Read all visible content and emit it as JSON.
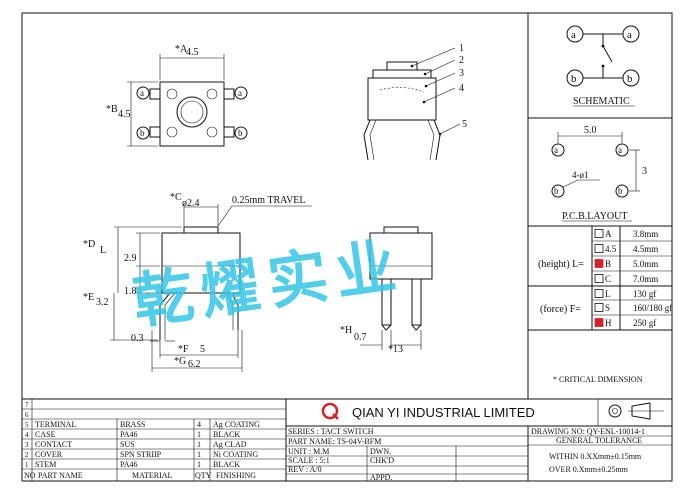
{
  "colors": {
    "ink": "#111111",
    "watermark": "#34c6e8",
    "logo_red": "#d2232a",
    "check_red": "#d2232a"
  },
  "top_view": {
    "dim_a": "*A",
    "dim_a_val": "4.5",
    "dim_b": "*B",
    "dim_b_val": "4.5",
    "pin_a": "a",
    "pin_b": "b"
  },
  "side_view": {
    "callouts": [
      "1",
      "2",
      "3",
      "4",
      "5"
    ]
  },
  "schematic": {
    "title": "SCHEMATIC",
    "pin_a": "a",
    "pin_b": "b"
  },
  "pcb_layout": {
    "title": "P.C.B.LAYOUT",
    "dim_w": "5.0",
    "dim_h": "3",
    "hole": "4-ø1",
    "pin_a": "a",
    "pin_b": "b"
  },
  "front_view": {
    "dim_c": "*C",
    "dim_c_val": "ø2.4",
    "travel": "0.25mm TRAVEL",
    "dim_d": "*D",
    "dim_l": "L",
    "dim_29": "2.9",
    "dim_18": "1.8",
    "dim_e": "*E",
    "dim_e_val": "3.2",
    "dim_03": "0.3",
    "dim_f": "*F",
    "dim_f_val": "5",
    "dim_g": "*G",
    "dim_g_val": "6.2"
  },
  "end_view": {
    "dim_h": "*H",
    "dim_h_val": "0.7",
    "dim_13": "*13"
  },
  "watermark": "乾燿实业",
  "options": {
    "height_label": "(height) L=",
    "force_label": "(force) F=",
    "rows": [
      {
        "code": "A",
        "value": "3.8mm",
        "checked": false
      },
      {
        "code": "4.5",
        "value": "4.5mm",
        "checked": false
      },
      {
        "code": "B",
        "value": "5.0mm",
        "checked": true
      },
      {
        "code": "C",
        "value": "7.0mm",
        "checked": false
      },
      {
        "code": "L",
        "value": "130 gf",
        "checked": false
      },
      {
        "code": "S",
        "value": "160/180 gf",
        "checked": false
      },
      {
        "code": "H",
        "value": "250 gf",
        "checked": true
      }
    ]
  },
  "critical": "* CRITICAL  DIMENSION",
  "bom": {
    "row_numbers": [
      "7",
      "6",
      "5",
      "4",
      "3",
      "2",
      "1"
    ],
    "rows": [
      {
        "no": "5",
        "part": "TERMINAL",
        "material": "BRASS",
        "qty": "4",
        "finish": "Ag COATING"
      },
      {
        "no": "4",
        "part": "CASE",
        "material": "PA46",
        "qty": "1",
        "finish": "BLACK"
      },
      {
        "no": "3",
        "part": "CONTACT",
        "material": "SUS",
        "qty": "1",
        "finish": "Ag CLAD"
      },
      {
        "no": "2",
        "part": "COVER",
        "material": "SPN STRIIP",
        "qty": "1",
        "finish": "Ni COATING"
      },
      {
        "no": "1",
        "part": "STEM",
        "material": "PA46",
        "qty": "1",
        "finish": "BLACK"
      }
    ],
    "header": {
      "no": "NO",
      "part": "PART NAME",
      "material": "MATERIAL",
      "qty": "QTY",
      "finish": "FINISHING"
    }
  },
  "company": {
    "logo": "Q",
    "name": "QIAN YI INDUSTRIAL LIMITED"
  },
  "title_block": {
    "series": "SERIES : TACT SWITCH",
    "part_name": "PART NAME: TS-04V-BFM",
    "unit": "UNIT : M.M",
    "dwn": "DWN.",
    "scale": "SCALE : 5:1",
    "chkd": "CHK'D",
    "rev": "REV  : A/0",
    "appd": "APPD.",
    "drawing_no": "DRAWING NO:   QY-ENL-10014-1",
    "tolerance": "GENERAL TOLERANCE",
    "tol1": "WITHIN 0.XXmm±0.15mm",
    "tol2": "OVER   0.Xmm±0.25mm"
  }
}
